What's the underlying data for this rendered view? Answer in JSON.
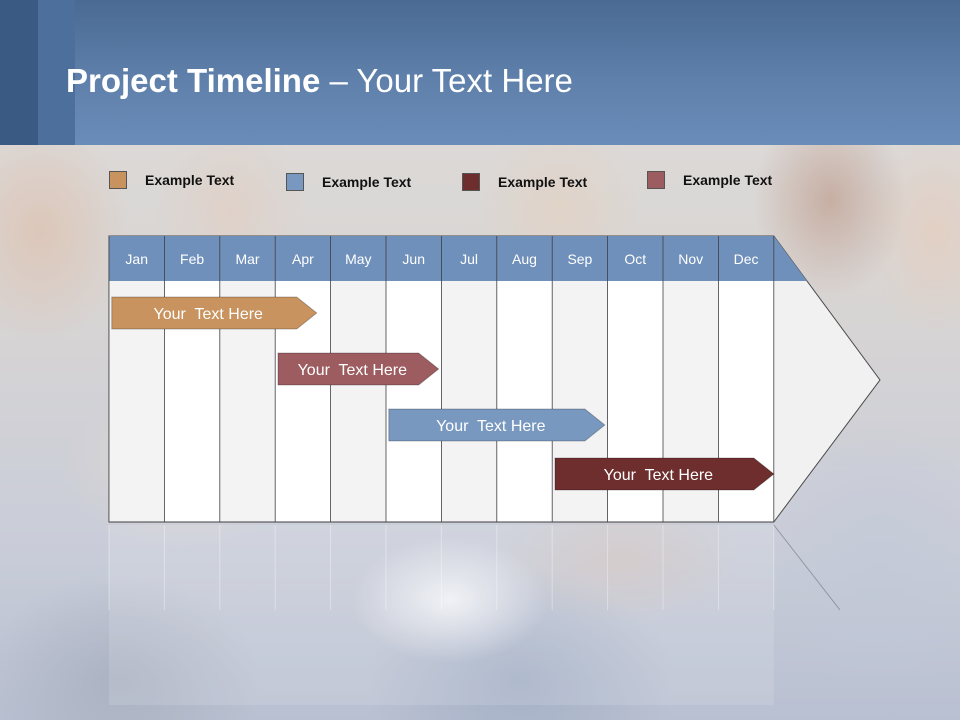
{
  "header": {
    "title_bold": "Project Timeline",
    "title_rest": " – Your Text Here"
  },
  "legend": [
    {
      "label": "Example Text",
      "color": "#c8935e"
    },
    {
      "label": "Example Text",
      "color": "#7898c0"
    },
    {
      "label": "Example Text",
      "color": "#6e2e2e"
    },
    {
      "label": "Example Text",
      "color": "#9c5c60"
    }
  ],
  "timeline": {
    "months": [
      "Jan",
      "Feb",
      "Mar",
      "Apr",
      "May",
      "Jun",
      "Jul",
      "Aug",
      "Sep",
      "Oct",
      "Nov",
      "Dec"
    ],
    "header_color": "#6f90ba",
    "bars": [
      {
        "label": "Your  Text Here",
        "start_month": 0.05,
        "end_month": 3.75,
        "color": "#c8935e"
      },
      {
        "label": "Your  Text Here",
        "start_month": 3.05,
        "end_month": 5.95,
        "color": "#9c5c60"
      },
      {
        "label": "Your  Text Here",
        "start_month": 5.05,
        "end_month": 8.95,
        "color": "#7898c0"
      },
      {
        "label": "Your  Text Here",
        "start_month": 8.05,
        "end_month": 12.0,
        "color": "#6e2e2e"
      }
    ]
  }
}
